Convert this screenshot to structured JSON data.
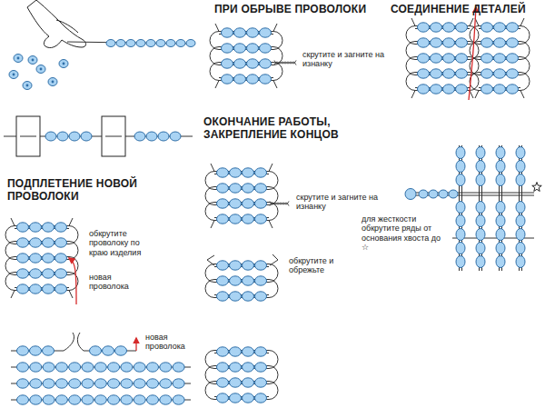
{
  "diagram": {
    "labels": [
      "ПРИ ОБРЫВЕ ПРОВОЛОКИ",
      "скрутите и загните на изнанку",
      "СОЕДИНЕНИЕ ДЕТАЛЕЙ",
      "ОКОНЧАНИЕ РАБОТЫ, ЗАКРЕПЛЕНИЕ КОНЦОВ",
      "скрутите и загните на изнанку",
      "ПОДПЛЕТЕНИЕ НОВОЙ ПРОВОЛОКИ",
      "обкрутите проволоку по краю изделия",
      "новая проволока",
      "обкрутите и обрежьте",
      "для жесткости обкрутите ряды от основания хвоста до ☆",
      "новая проволока"
    ]
  }
}
